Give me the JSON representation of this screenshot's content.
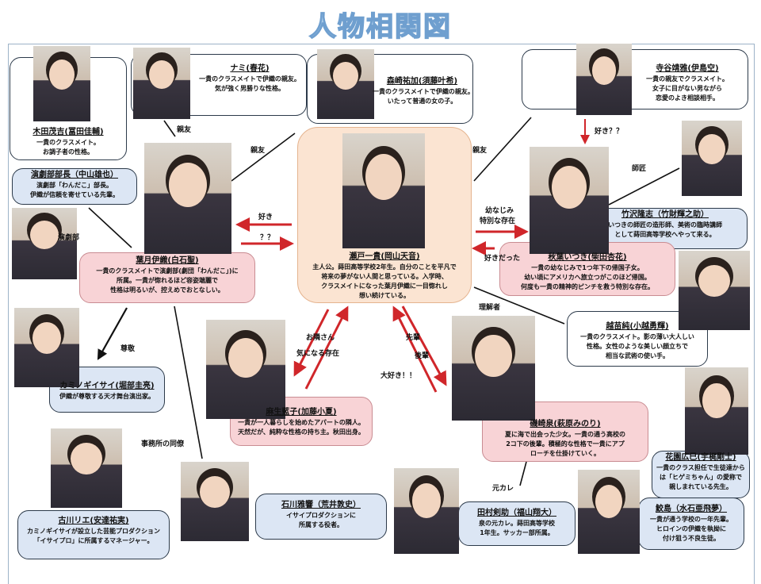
{
  "title": "人物相関図",
  "characters": [
    {
      "name": "木田茂吉(冨田佳輔)",
      "desc": [
        "一貴のクラスメイト。",
        "お調子者の性格。"
      ]
    },
    {
      "name": "ナミ(春花)",
      "desc": [
        "一貴のクラスメイトで伊織の親友。",
        "気が強く男勝りな性格。"
      ]
    },
    {
      "name": "森崎祐加(須藤叶希)",
      "desc": [
        "一貴のクラスメイトで伊織の親友。",
        "いたって普通の女の子。"
      ]
    },
    {
      "name": "寺谷靖雅(伊島空)",
      "desc": [
        "一貴の親友でクラスメイト。",
        "女子に目がない男ながら",
        "恋愛のよき相談相手。"
      ]
    },
    {
      "name": "演劇部部長（中山雄也）",
      "desc": [
        "演劇部「わんだこ」部長。",
        "伊織が信頼を寄せている先輩。"
      ]
    },
    {
      "name": "瀬戸一貴(岡山天音)",
      "desc": [
        "主人公。蒔田高等学校2年生。自分のことを平凡で",
        "将来の夢がない人間と思っている。入学時、",
        "クラスメイトになった葉月伊織に一目惚れし",
        "想い続けている。"
      ]
    },
    {
      "name": "葉月伊織(白石聖)",
      "desc": [
        "一貴のクラスメイトで演劇部(劇団「わんだこ」)に",
        "所属。一貴が惚れるほど容姿端麗で",
        "性格は明るいが、控えめでおとなしい。"
      ]
    },
    {
      "name": "竹沢隆志（竹財輝之助）",
      "desc": [
        "いつきの師匠の造形師、美術の臨時講師",
        "として蒔田高等学校へやって来る。"
      ]
    },
    {
      "name": "秋葉いつき(柴田杏花)",
      "desc": [
        "一貴の幼なじみで1つ年下の帰国子女。",
        "幼い頃にアメリカへ旅立つがこのほど帰国。",
        "何度も一貴の精神的ピンチを救う特別な存在。"
      ]
    },
    {
      "name": "越苗純(小越勇輝)",
      "desc": [
        "一貴のクラスメイト。影の薄い大人しい",
        "性格。女性のような美しい顔立ちで",
        "相当な武術の使い手。"
      ]
    },
    {
      "name": "カミノギイサイ(堀部圭亮)",
      "desc": [
        "伊織が尊敬する天才舞台演出家。"
      ]
    },
    {
      "name": "麻生藍子(加藤小夏)",
      "desc": [
        "一貴が一人暮らしを始めたアパートの隣人。",
        "天然だが、純粋な性格の持ち主。秋田出身。"
      ]
    },
    {
      "name": "磯崎泉(萩原みのり)",
      "desc": [
        "夏に海で出会った少女。一貴の通う高校の",
        "2コ下の後輩。積極的な性格で一貴にアプ",
        "ローチを仕掛けていく。"
      ]
    },
    {
      "name": "花園広巳(宇梶剛士)",
      "desc": [
        "一貴のクラス担任で生徒達から",
        "は「ヒゲミちゃん」の愛称で",
        "親しまれている先生。"
      ]
    },
    {
      "name": "古川リエ(安達祐実)",
      "desc": [
        "カミノギイサイが設立した芸能プロダクション",
        "「イサイプロ」に所属するマネージャー。"
      ]
    },
    {
      "name": "石川雅響（荒井敦史）",
      "desc": [
        "イサイプロダクションに",
        "所属する役者。"
      ]
    },
    {
      "name": "田村剣助（福山翔大）",
      "desc": [
        "泉の元カレ。蒔田高等学校",
        "1年生。サッカー部所属。"
      ]
    },
    {
      "name": "鮫島（水石亜飛夢）",
      "desc": [
        "一貴が通う学校の一年先輩。",
        "ヒロインの伊織を執拗に",
        "付け狙う不良生徒。"
      ]
    }
  ],
  "relations": {
    "nami_iori": "親友",
    "morisaki_iori": "親友",
    "teraya_ikki": "親友",
    "teraya_itsuki": "好き？？",
    "takezawa_itsuki": "師匠",
    "bucho_iori": "演劇部",
    "ikki_to_iori": "好き",
    "iori_to_ikki": "？？",
    "ikki_to_itsuki_1": "幼なじみ",
    "ikki_to_itsuki_2": "特別な存在",
    "itsuki_to_ikki": "好きだった",
    "koshinae_ikki": "理解者",
    "iori_kaminogi": "尊敬",
    "iori_ishikawa": "事務所の同僚",
    "aso_1": "お隣さん",
    "aso_2": "気になる存在",
    "izumi_1": "先輩",
    "izumi_2": "後輩",
    "izumi_3": "大好き！！",
    "izumi_tamura": "元カレ"
  },
  "colors": {
    "title": "#a9cbe9",
    "arrow_red": "#d0262a",
    "pink_box": "#f8d3d6",
    "blue_box": "#dce6f4",
    "center_box": "#fbe4d2"
  }
}
